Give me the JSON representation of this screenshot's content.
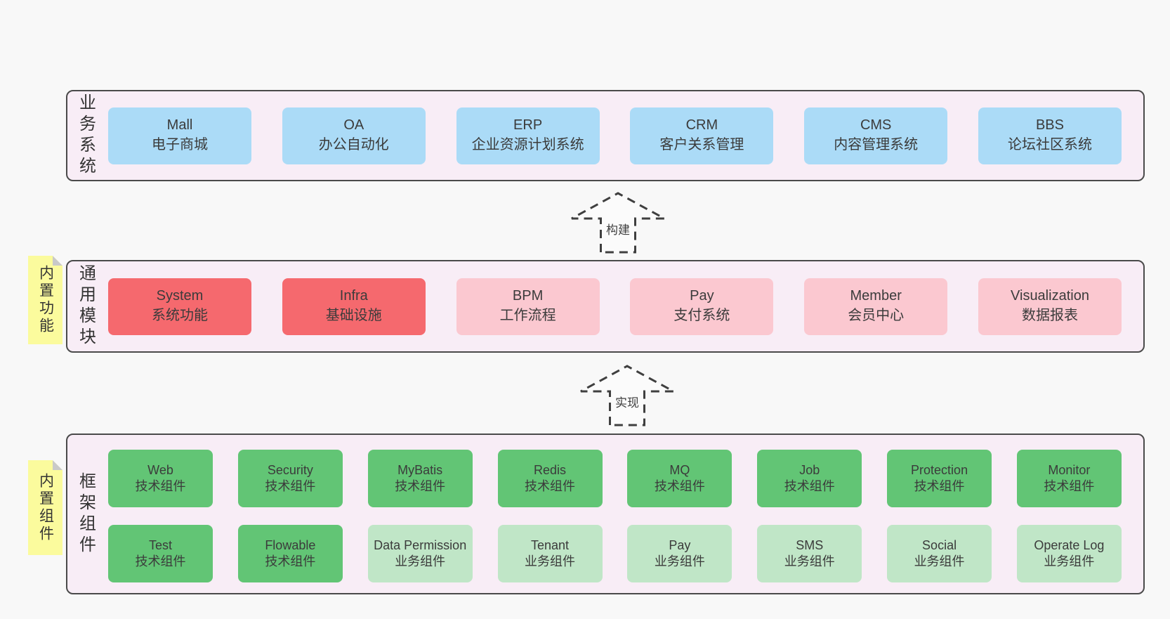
{
  "colors": {
    "page_bg": "#f8f8f8",
    "panel_bg": "#f8edf6",
    "panel_border": "#4a4a4a",
    "blue_box": "#abdbf7",
    "red_box": "#f5696e",
    "pink_box": "#fbc8d0",
    "green_box": "#62c575",
    "light_green_box": "#c0e6c7",
    "sticky_yellow": "#fbfb9d",
    "text": "#3b3b3b"
  },
  "arrows": {
    "build_label": "构建",
    "implement_label": "实现"
  },
  "sections": {
    "business": {
      "label": "业务系统",
      "boxes": [
        {
          "title": "Mall",
          "subtitle": "电子商城"
        },
        {
          "title": "OA",
          "subtitle": "办公自动化"
        },
        {
          "title": "ERP",
          "subtitle": "企业资源计划系统"
        },
        {
          "title": "CRM",
          "subtitle": "客户关系管理"
        },
        {
          "title": "CMS",
          "subtitle": "内容管理系统"
        },
        {
          "title": "BBS",
          "subtitle": "论坛社区系统"
        }
      ]
    },
    "modules": {
      "label": "通用模块",
      "sticky_label": "内置功能",
      "boxes": [
        {
          "title": "System",
          "subtitle": "系统功能"
        },
        {
          "title": "Infra",
          "subtitle": "基础设施"
        },
        {
          "title": "BPM",
          "subtitle": "工作流程"
        },
        {
          "title": "Pay",
          "subtitle": "支付系统"
        },
        {
          "title": "Member",
          "subtitle": "会员中心"
        },
        {
          "title": "Visualization",
          "subtitle": "数据报表"
        }
      ]
    },
    "framework": {
      "label": "框架组件",
      "sticky_label": "内置组件",
      "boxes": [
        {
          "title": "Web",
          "subtitle": "技术组件"
        },
        {
          "title": "Security",
          "subtitle": "技术组件"
        },
        {
          "title": "MyBatis",
          "subtitle": "技术组件"
        },
        {
          "title": "Redis",
          "subtitle": "技术组件"
        },
        {
          "title": "MQ",
          "subtitle": "技术组件"
        },
        {
          "title": "Job",
          "subtitle": "技术组件"
        },
        {
          "title": "Protection",
          "subtitle": "技术组件"
        },
        {
          "title": "Monitor",
          "subtitle": "技术组件"
        },
        {
          "title": "Test",
          "subtitle": "技术组件"
        },
        {
          "title": "Flowable",
          "subtitle": "技术组件"
        },
        {
          "title": "Data Permission",
          "subtitle": "业务组件"
        },
        {
          "title": "Tenant",
          "subtitle": "业务组件"
        },
        {
          "title": "Pay",
          "subtitle": "业务组件"
        },
        {
          "title": "SMS",
          "subtitle": "业务组件"
        },
        {
          "title": "Social",
          "subtitle": "业务组件"
        },
        {
          "title": "Operate Log",
          "subtitle": "业务组件"
        }
      ]
    }
  }
}
